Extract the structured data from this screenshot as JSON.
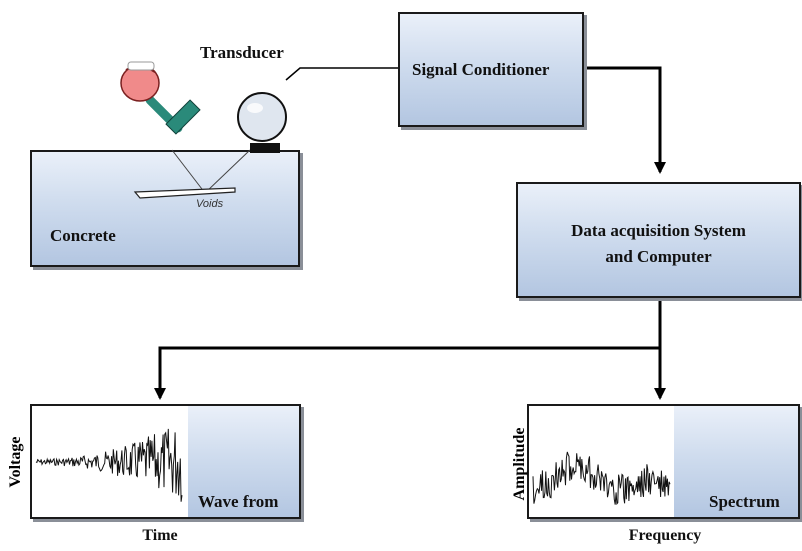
{
  "nodes": {
    "transducer": "Transducer",
    "signal_conditioner": "Signal Conditioner",
    "daq": {
      "line1": "Data acquisition System",
      "line2": "and Computer"
    },
    "concrete": "Concrete",
    "voids": "Voids",
    "wave": "Wave from",
    "spectrum": "Spectrum"
  },
  "axes": {
    "wave_y": "Voltage",
    "wave_x": "Time",
    "spectrum_y": "Amplitude",
    "spectrum_x": "Frequency"
  },
  "icons": [
    "hammer-icon",
    "hand-icon",
    "transducer-sensor-icon"
  ],
  "colors": {
    "box_fill_top": "#eaf0f9",
    "box_fill_bottom": "#b3c6e1",
    "line": "#000000"
  }
}
